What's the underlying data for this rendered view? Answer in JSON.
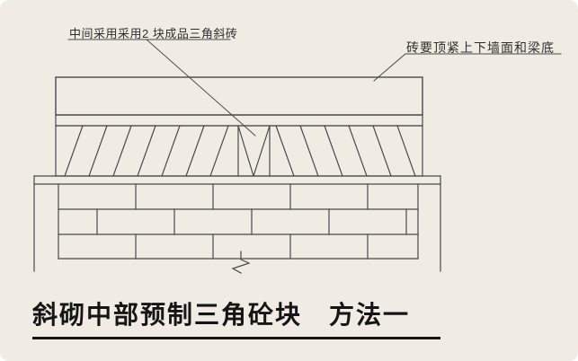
{
  "colors": {
    "background": "#f1ece3",
    "line": "#4a4a4a",
    "text": "#2e2e2e",
    "title": "#151515"
  },
  "annotations": {
    "top_left": "中间采用采用2 块成品三角斜砖",
    "top_right": "砖要顶紧上下墙面和梁底"
  },
  "title": "斜砌中部预制三角砼块　方法一"
}
